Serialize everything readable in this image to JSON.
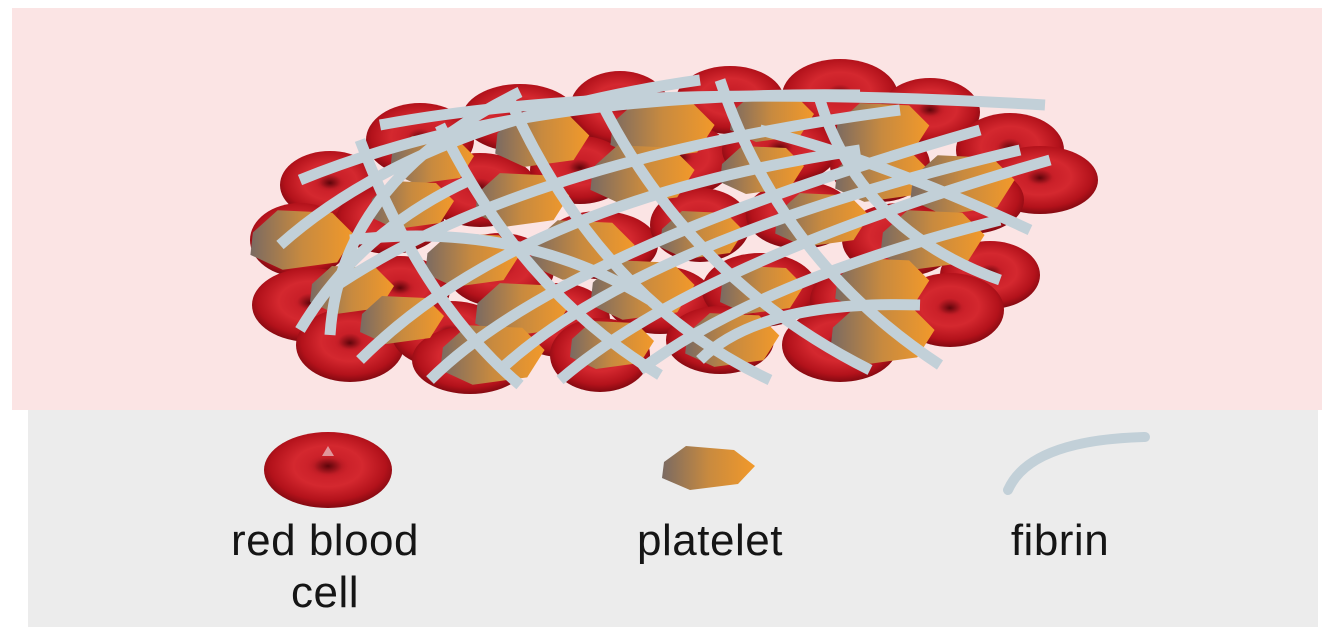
{
  "legend": {
    "red_blood_cell": {
      "label": "red blood cell",
      "line1": "red blood",
      "line2": "cell",
      "icon": "red-blood-cell-icon"
    },
    "platelet": {
      "label": "platelet",
      "icon": "platelet-icon"
    },
    "fibrin": {
      "label": "fibrin",
      "icon": "fibrin-strand-icon"
    }
  },
  "colors": {
    "top_background": "#fbe4e4",
    "legend_background": "#ececec",
    "red_blood_cell": "#b3121b",
    "platelet": "#e0922a",
    "fibrin": "#c2d0d8"
  }
}
